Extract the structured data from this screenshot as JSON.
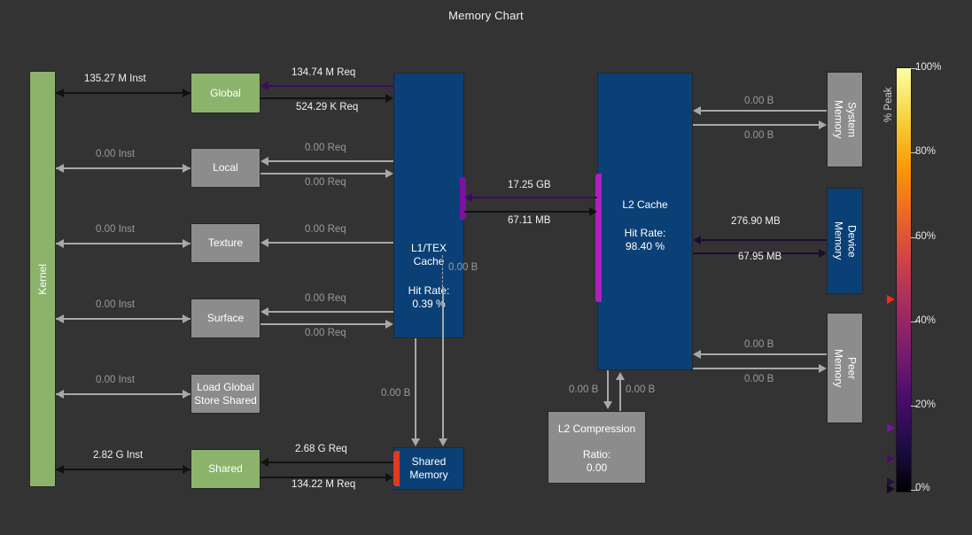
{
  "chart_data": {
    "type": "diagram",
    "title": "Memory Chart",
    "tool": "NVIDIA Nsight Compute Memory Workload Analysis",
    "nodes": [
      {
        "id": "kernel",
        "label": "Kernel",
        "color": "green",
        "orientation": "vertical"
      },
      {
        "id": "global",
        "label": "Global",
        "color": "green"
      },
      {
        "id": "local",
        "label": "Local",
        "color": "grey"
      },
      {
        "id": "texture",
        "label": "Texture",
        "color": "grey"
      },
      {
        "id": "surface",
        "label": "Surface",
        "color": "grey"
      },
      {
        "id": "lgss",
        "label": "Load Global\nStore Shared",
        "color": "grey"
      },
      {
        "id": "shared",
        "label": "Shared",
        "color": "green"
      },
      {
        "id": "l1tex",
        "label": "L1/TEX\nCache",
        "metric_label": "Hit Rate:",
        "metric_value": "0.39 %",
        "color": "blue"
      },
      {
        "id": "sharedmem",
        "label": "Shared\nMemory",
        "color": "blue"
      },
      {
        "id": "l2",
        "label": "L2 Cache",
        "metric_label": "Hit Rate:",
        "metric_value": "98.40 %",
        "color": "blue"
      },
      {
        "id": "l2comp",
        "label": "L2 Compression",
        "metric_label": "Ratio:",
        "metric_value": "0.00",
        "color": "grey"
      },
      {
        "id": "sysmem",
        "label": "System\nMemory",
        "color": "grey",
        "orientation": "vertical"
      },
      {
        "id": "devmem",
        "label": "Device\nMemory",
        "color": "blue",
        "orientation": "vertical"
      },
      {
        "id": "peermem",
        "label": "Peer\nMemory",
        "color": "grey",
        "orientation": "vertical"
      }
    ],
    "edges": [
      {
        "from": "kernel",
        "to": "global",
        "value": "135.27 M Inst",
        "active": true
      },
      {
        "from": "kernel",
        "to": "local",
        "value": "0.00 Inst",
        "active": false
      },
      {
        "from": "kernel",
        "to": "texture",
        "value": "0.00 Inst",
        "active": false
      },
      {
        "from": "kernel",
        "to": "surface",
        "value": "0.00 Inst",
        "active": false
      },
      {
        "from": "kernel",
        "to": "lgss",
        "value": "0.00 Inst",
        "active": false
      },
      {
        "from": "kernel",
        "to": "shared",
        "value": "2.82 G Inst",
        "active": true
      },
      {
        "from": "l1tex",
        "to": "global",
        "value": "134.74 M Req",
        "active": true
      },
      {
        "from": "global",
        "to": "l1tex",
        "value": "524.29 K Req",
        "active": true
      },
      {
        "from": "l1tex",
        "to": "local",
        "value": "0.00 Req",
        "active": false
      },
      {
        "from": "local",
        "to": "l1tex",
        "value": "0.00 Req",
        "active": false
      },
      {
        "from": "l1tex",
        "to": "texture",
        "value": "0.00 Req",
        "active": false
      },
      {
        "from": "texture",
        "to": "l1tex",
        "value": "0.00 Req",
        "active": false
      },
      {
        "from": "l1tex",
        "to": "surface",
        "value": "0.00 Req",
        "active": false
      },
      {
        "from": "surface",
        "to": "l1tex",
        "value": "0.00 Req",
        "active": false
      },
      {
        "from": "sharedmem",
        "to": "shared",
        "value": "2.68 G Req",
        "active": true
      },
      {
        "from": "shared",
        "to": "sharedmem",
        "value": "134.22 M Req",
        "active": true
      },
      {
        "from": "l2",
        "to": "l1tex",
        "value": "17.25 GB",
        "active": true
      },
      {
        "from": "l1tex",
        "to": "l2",
        "value": "67.11 MB",
        "active": true
      },
      {
        "from": "l1tex",
        "to": "sharedmem",
        "value": "0.00 B",
        "active": false
      },
      {
        "from": "l1tex",
        "to": "sharedmem",
        "value": "0.00 B",
        "active": false,
        "style": "dashed"
      },
      {
        "from": "sysmem",
        "to": "l2",
        "value": "0.00 B",
        "active": false
      },
      {
        "from": "l2",
        "to": "sysmem",
        "value": "0.00 B",
        "active": false
      },
      {
        "from": "devmem",
        "to": "l2",
        "value": "276.90 MB",
        "active": true
      },
      {
        "from": "l2",
        "to": "devmem",
        "value": "67.95 MB",
        "active": true
      },
      {
        "from": "peermem",
        "to": "l2",
        "value": "0.00 B",
        "active": false
      },
      {
        "from": "l2",
        "to": "peermem",
        "value": "0.00 B",
        "active": false
      },
      {
        "from": "l2",
        "to": "l2comp",
        "value": "0.00 B",
        "active": false
      },
      {
        "from": "l2comp",
        "to": "l2",
        "value": "0.00 B",
        "active": false
      }
    ],
    "colorbar": {
      "label": "% Peak",
      "colormap": "inferno",
      "min": 0,
      "max": 100,
      "ticks": [
        "100%",
        "80%",
        "60%",
        "40%",
        "20%",
        "0%"
      ],
      "tick_values": [
        100,
        80,
        60,
        40,
        20,
        0
      ],
      "markers": [
        {
          "approx_percent": 46,
          "color": "#ff0000"
        },
        {
          "approx_percent": 16,
          "color": "#7b12a1"
        },
        {
          "approx_percent": 9,
          "color": "#3b0a66"
        },
        {
          "approx_percent": 2,
          "color": "#1d0b33"
        },
        {
          "approx_percent": 1,
          "color": "#0c0826"
        }
      ]
    }
  },
  "chart": {
    "title": "Memory Chart",
    "colorbar_label": "% Peak",
    "ticks": {
      "t100": "100%",
      "t80": "80%",
      "t60": "60%",
      "t40": "40%",
      "t20": "20%",
      "t0": "0%"
    },
    "nodes": {
      "kernel": "Kernel",
      "global": "Global",
      "local": "Local",
      "texture": "Texture",
      "surface": "Surface",
      "lgss": "Load Global\nStore Shared",
      "shared": "Shared",
      "l1tex": "L1/TEX\nCache",
      "l1tex_rate_label": "Hit Rate:",
      "l1tex_rate_value": "0.39 %",
      "sharedmem": "Shared\nMemory",
      "l2": "L2 Cache",
      "l2_rate_label": "Hit Rate:",
      "l2_rate_value": "98.40 %",
      "l2comp": "L2 Compression",
      "l2comp_ratio_label": "Ratio:",
      "l2comp_ratio_value": "0.00",
      "sysmem": "System\nMemory",
      "devmem": "Device\nMemory",
      "peermem": "Peer\nMemory"
    },
    "edge_labels": {
      "k_global": "135.27 M Inst",
      "k_local": "0.00 Inst",
      "k_texture": "0.00 Inst",
      "k_surface": "0.00 Inst",
      "k_lgss": "0.00 Inst",
      "k_shared": "2.82 G Inst",
      "global_in": "134.74 M Req",
      "global_out": "524.29 K Req",
      "local_in": "0.00 Req",
      "local_out": "0.00 Req",
      "texture_in": "0.00 Req",
      "texture_out": "0.00 Req",
      "surface_in": "0.00 Req",
      "surface_out": "0.00 Req",
      "shared_in": "2.68 G Req",
      "shared_out": "134.22 M Req",
      "l2_to_l1": "17.25 GB",
      "l1_to_l2": "67.11 MB",
      "l1_to_smem_a": "0.00 B",
      "l1_to_smem_b": "0.00 B",
      "sys_in": "0.00 B",
      "sys_out": "0.00 B",
      "dev_in": "276.90 MB",
      "dev_out": "67.95 MB",
      "peer_in": "0.00 B",
      "peer_out": "0.00 B",
      "comp_down": "0.00 B",
      "comp_up": "0.00 B"
    }
  }
}
